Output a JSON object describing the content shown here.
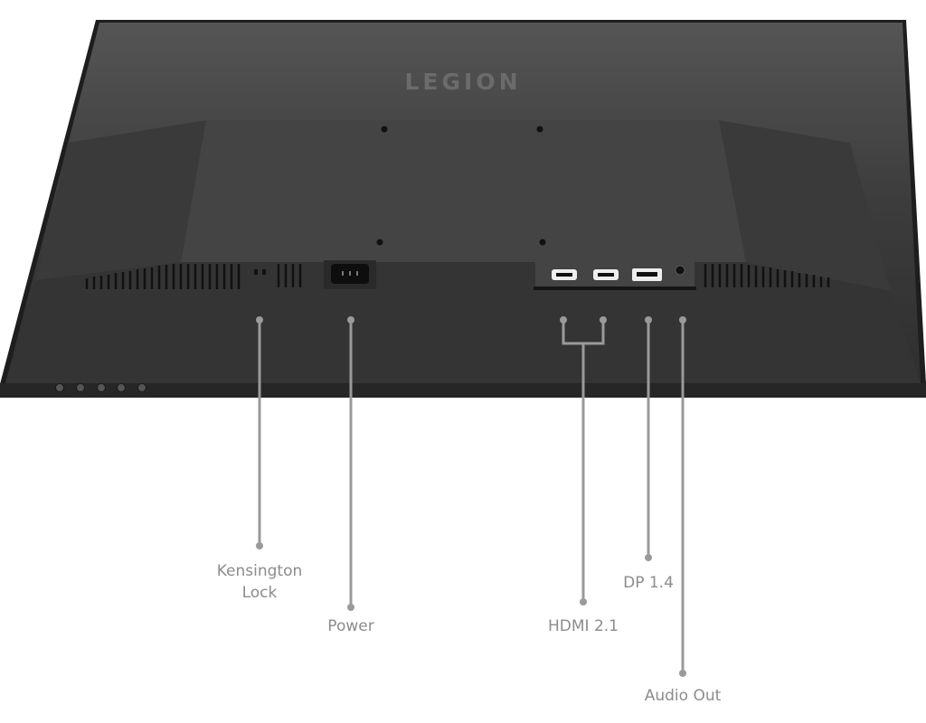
{
  "product": {
    "brand_logo": "LEGION"
  },
  "callouts": [
    {
      "id": "kensington",
      "label_line1": "Kensington",
      "label_line2": "Lock"
    },
    {
      "id": "power",
      "label": "Power"
    },
    {
      "id": "hdmi",
      "label": "HDMI 2.1"
    },
    {
      "id": "dp",
      "label": "DP 1.4"
    },
    {
      "id": "audio",
      "label": "Audio Out"
    }
  ],
  "colors": {
    "callout_line": "#9a9a9a",
    "label_text": "#8c8c8c",
    "monitor_body": "#3a3a3a"
  }
}
